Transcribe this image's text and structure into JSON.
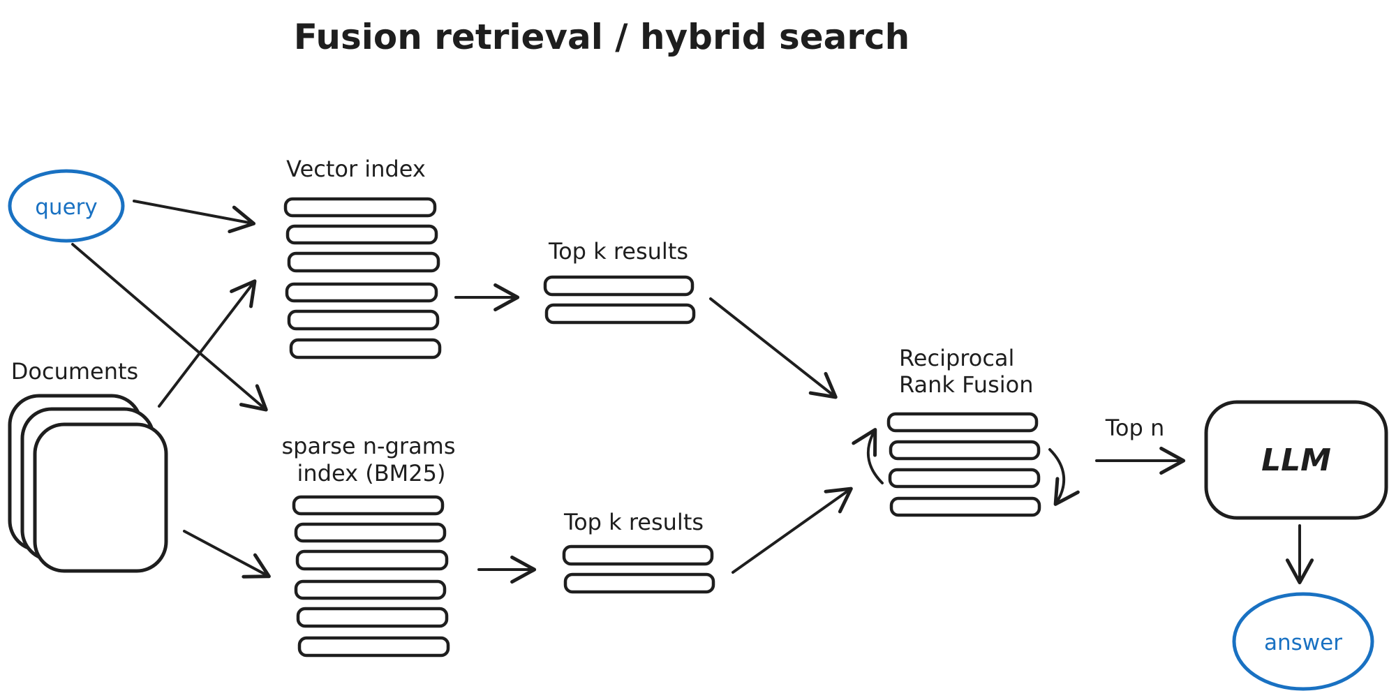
{
  "title": "Fusion retrieval / hybrid search",
  "colors": {
    "ink": "#1e1e1e",
    "accent_blue": "#1971c2",
    "background": "#ffffff"
  },
  "nodes": {
    "query": {
      "label": "query",
      "shape": "ellipse",
      "stroke_color": "#1971c2"
    },
    "documents": {
      "label": "Documents",
      "shape": "stacked-rounded-rects",
      "page_count": 3
    },
    "vector_index": {
      "label": "Vector index",
      "shape": "bar-stack",
      "rows": 6
    },
    "sparse_index": {
      "label_line1": "sparse n-grams",
      "label_line2": "index (BM25)",
      "shape": "bar-stack",
      "rows": 6
    },
    "top_k_vector": {
      "label": "Top k results",
      "shape": "bar-stack",
      "rows": 2
    },
    "top_k_sparse": {
      "label": "Top k results",
      "shape": "bar-stack",
      "rows": 2
    },
    "rrf": {
      "label_line1": "Reciprocal",
      "label_line2": "Rank Fusion",
      "shape": "bar-stack",
      "rows": 4,
      "decorations": [
        "cycle-arrow-up-left",
        "cycle-arrow-down-right"
      ]
    },
    "llm": {
      "label": "LLM",
      "shape": "rounded-rect"
    },
    "answer": {
      "label": "answer",
      "shape": "ellipse",
      "stroke_color": "#1971c2"
    }
  },
  "edges": {
    "top_n_label": "Top n",
    "connections": [
      "query -> vector index",
      "query -> sparse n-grams index (BM25)",
      "documents -> vector index",
      "documents -> sparse n-grams index (BM25)",
      "vector index -> top k results",
      "sparse n-grams index (BM25) -> top k results",
      "top k results (vector) -> reciprocal rank fusion",
      "top k results (sparse) -> reciprocal rank fusion",
      "reciprocal rank fusion -> LLM (Top n)",
      "LLM -> answer"
    ]
  }
}
